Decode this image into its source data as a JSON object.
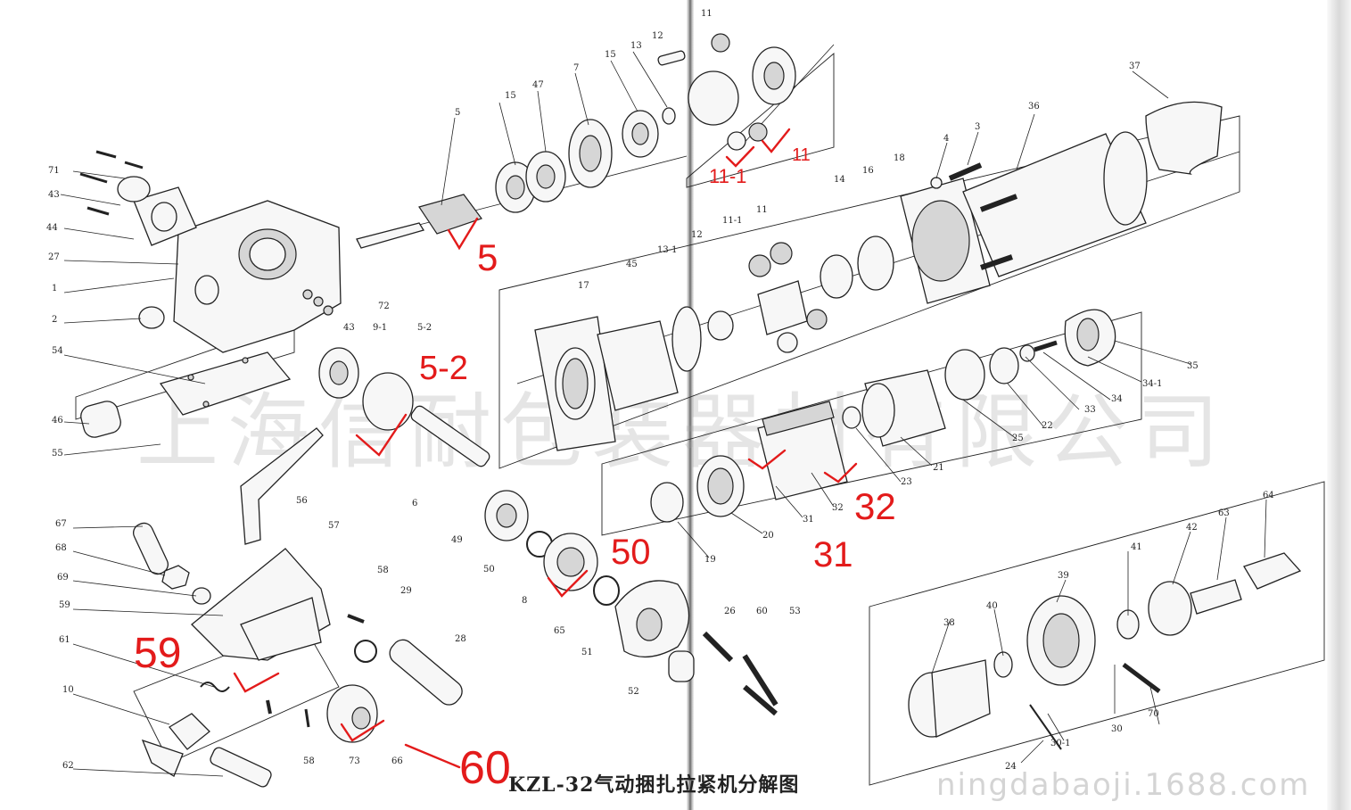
{
  "title": "KZL-32气动捆扎拉紧机分解图",
  "watermark": "上海信耐包装器材有限公司",
  "url_watermark": "ningdabaoji.1688.com",
  "part_labels": [
    "11",
    "12",
    "13",
    "7",
    "15",
    "47",
    "15",
    "5",
    "71",
    "43",
    "44",
    "27",
    "1",
    "2",
    "72",
    "43",
    "9-1",
    "5-2",
    "54",
    "46",
    "55",
    "56",
    "57",
    "67",
    "68",
    "69",
    "59",
    "61",
    "10",
    "62",
    "58",
    "29",
    "28",
    "58",
    "73",
    "66",
    "6",
    "49",
    "50",
    "8",
    "65",
    "51",
    "52",
    "26",
    "60",
    "53",
    "17",
    "45",
    "13-1",
    "12",
    "11-1",
    "11",
    "14",
    "16",
    "18",
    "4",
    "3",
    "36",
    "37",
    "35",
    "34-1",
    "34",
    "33",
    "22",
    "25",
    "21",
    "23",
    "19",
    "20",
    "31",
    "32",
    "38",
    "40",
    "39",
    "41",
    "42",
    "63",
    "64",
    "30-1",
    "30",
    "70",
    "24"
  ],
  "annotations": {
    "a5": "5",
    "a52": "5-2",
    "a50": "50",
    "a32": "32",
    "a31": "31",
    "a59": "59",
    "a60": "60",
    "a11": "11",
    "a111": "11-1"
  }
}
